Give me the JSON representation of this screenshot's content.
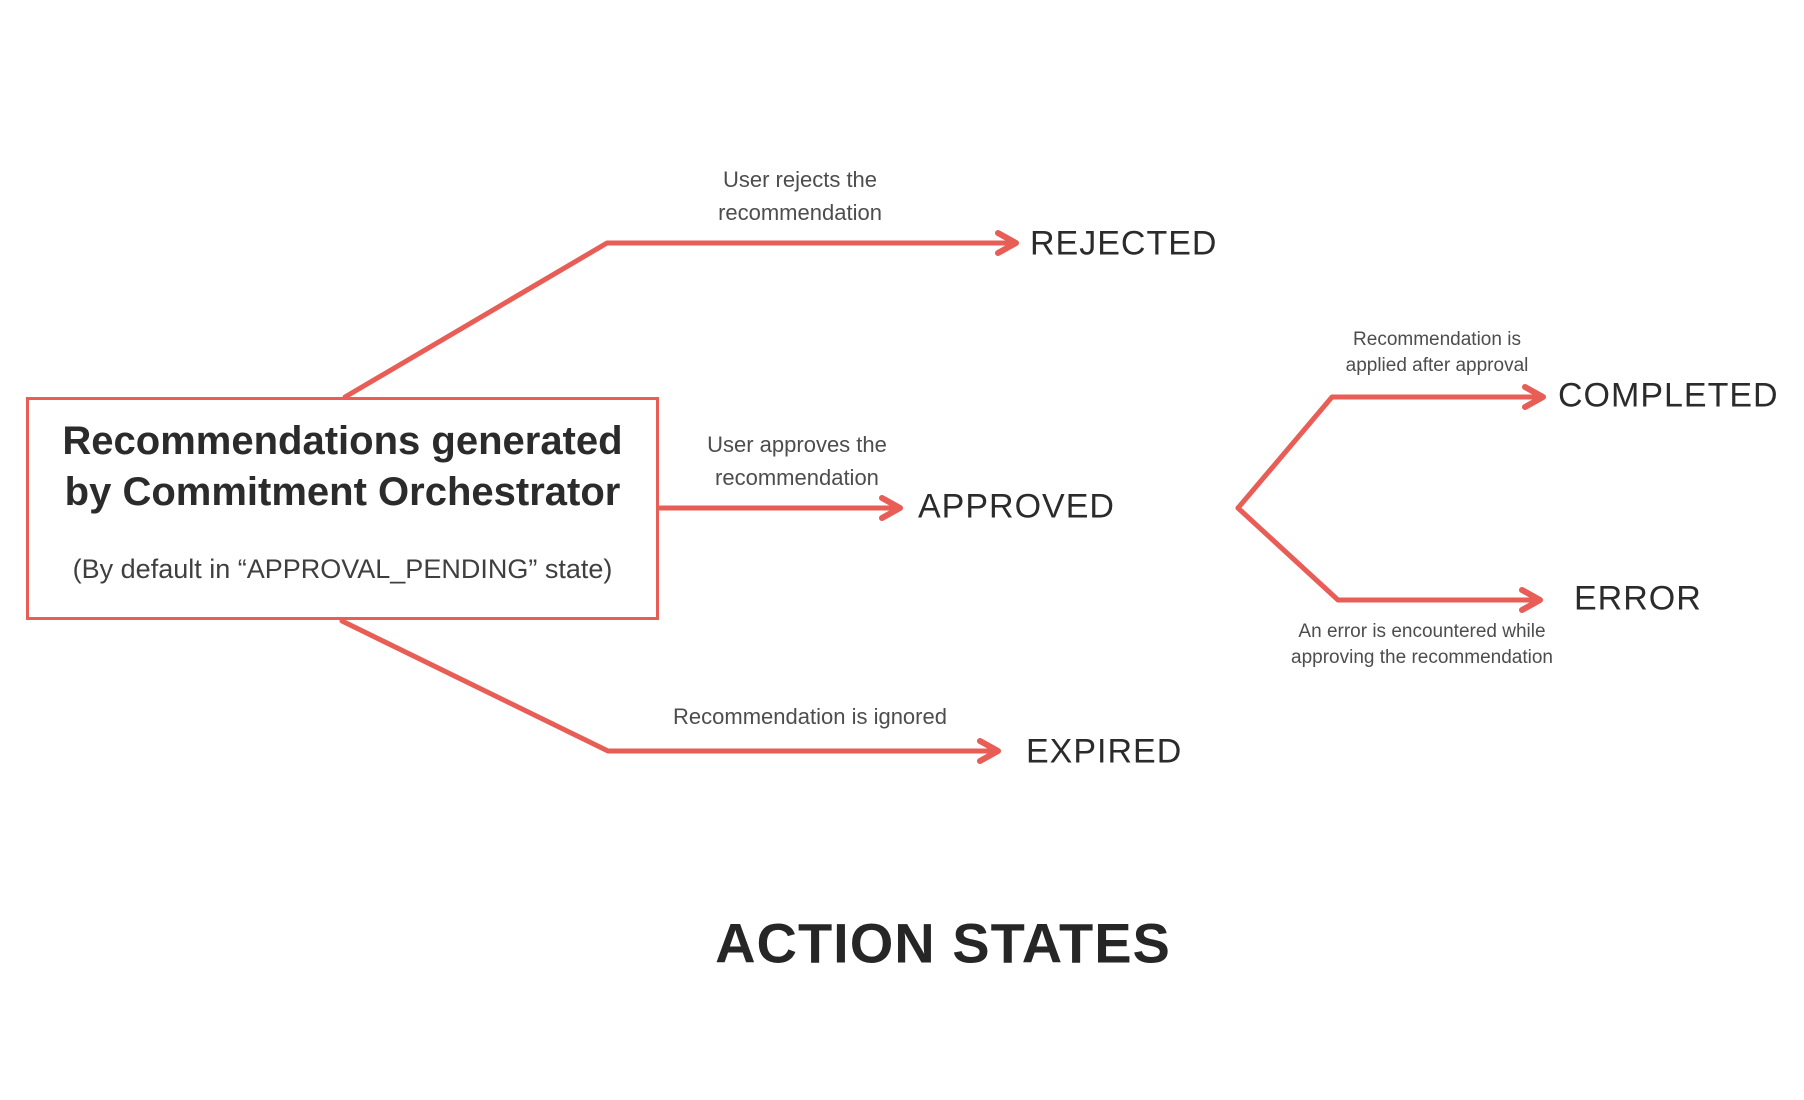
{
  "accent_color": "#E85D55",
  "text_color_dark": "#2B2B2B",
  "text_color_gray": "#4D4D4D",
  "title": "ACTION STATES",
  "source_box": {
    "title_line1": "Recommendations generated",
    "title_line2": "by Commitment Orchestrator",
    "subtitle": "(By default in “APPROVAL_PENDING” state)"
  },
  "states": [
    {
      "id": "rejected",
      "label": "REJECTED"
    },
    {
      "id": "approved",
      "label": "APPROVED"
    },
    {
      "id": "completed",
      "label": "COMPLETED"
    },
    {
      "id": "error",
      "label": "ERROR"
    },
    {
      "id": "expired",
      "label": "EXPIRED"
    }
  ],
  "transitions": [
    {
      "from": "APPROVAL_PENDING",
      "to": "REJECTED",
      "lines": [
        "User rejects the",
        "recommendation"
      ]
    },
    {
      "from": "APPROVAL_PENDING",
      "to": "APPROVED",
      "lines": [
        "User approves the",
        "recommendation"
      ]
    },
    {
      "from": "APPROVED",
      "to": "COMPLETED",
      "lines": [
        "Recommendation is",
        "applied after approval"
      ]
    },
    {
      "from": "APPROVED",
      "to": "ERROR",
      "lines": [
        "An error is encountered while",
        "approving the recommendation"
      ]
    },
    {
      "from": "APPROVAL_PENDING",
      "to": "EXPIRED",
      "lines": [
        "Recommendation is ignored"
      ]
    }
  ]
}
